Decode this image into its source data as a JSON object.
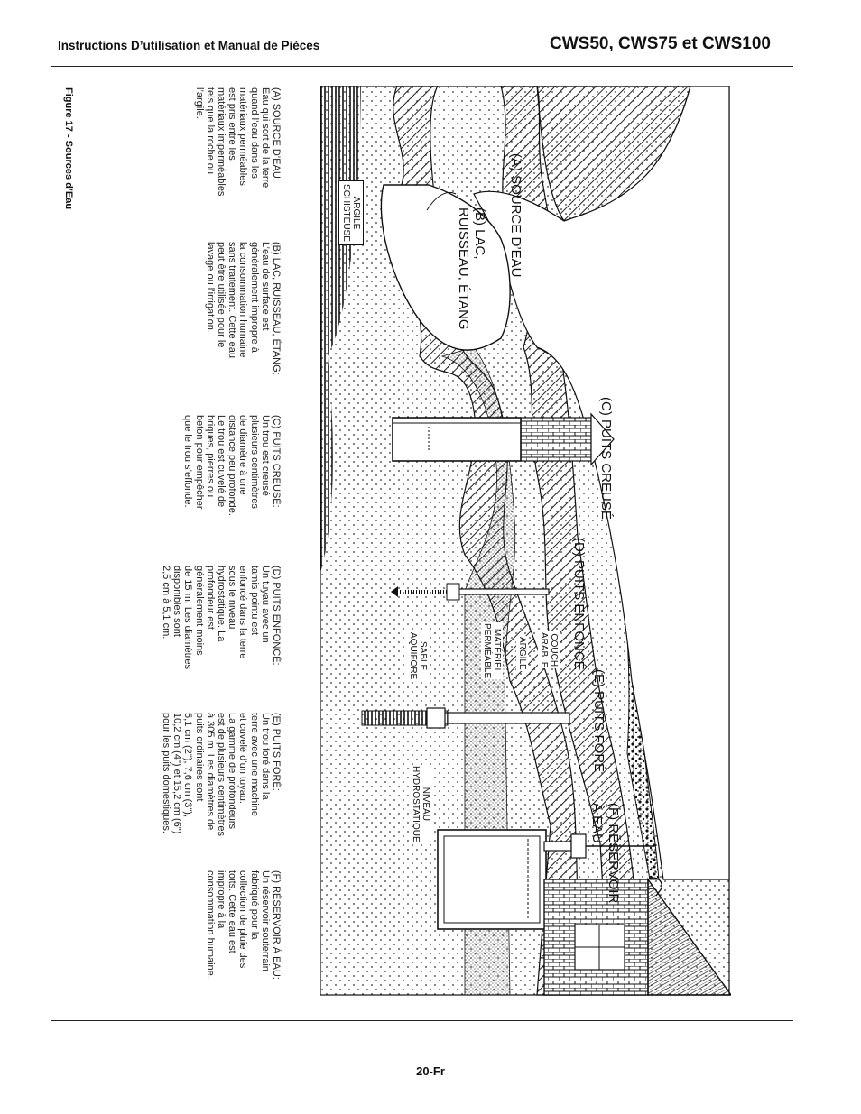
{
  "header": {
    "left": "Instructions D’utilisation et Manual de Pièces",
    "right": "CWS50, CWS75 et CWS100"
  },
  "figure_caption": "Figure 17 - Sources d’Eau",
  "descriptions": {
    "a": [
      "(A) SOURCE D’EAU:",
      "Eau qui sort de la terre",
      "quand l’eau dans les",
      "matériaux perméables",
      "est pris entre les",
      "matériaux imperméables",
      "tels que la roche ou",
      "l’argile."
    ],
    "b": [
      "(B) LAC, RUISSEAU, ÉTANG:",
      "L’eau de surface est",
      "généralement impropre à",
      "la consommation humaine",
      "sans traitement.  Cette eau",
      "peut être utilisée pour le",
      "lavage ou l’irrigation."
    ],
    "c": [
      "(C) PUITS CREUSÉ:",
      "Un trou est creusé",
      "plusieurs centimètres",
      "de diamètre à une",
      "distance peu profonde.",
      "Le trou est cuvelé de",
      "briques, pierres ou",
      "beton pour empêcher",
      "que le trou s’effonde."
    ],
    "d": [
      "(D) PUITS ENFONCÉ:",
      "Un tuyau avec un",
      "tamis pointu est",
      "enfoncé dans la terre",
      "sous le niveau",
      "hydrostatique.  La",
      "profondeur est",
      "généralement moins",
      "de 15 m.  Les diamètres",
      "disponibles sont",
      "2,5 cm à 5,1 cm."
    ],
    "e": [
      "(E) PUITS FORÉ:",
      "Un trou foré dans la",
      "terre avec une machine",
      "et cuvelé d’un tuyau.",
      "La gamme de profondeurs",
      "est de plusieurs centimètres",
      "à 305 m.  Les diamètres de",
      "puits ordinaires sont",
      "5,1 cm (2\"), 7,6 cm (3\"),",
      "10,2 cm (4\") et 15,2 cm (6\")",
      "pour les puits domestiques."
    ],
    "f": [
      "(F) RÉSERVOIR À EAU:",
      "Un réservoir souterrain",
      "fabriqué pour la",
      "collection de pluie des",
      "toits.  Cette eau est",
      "impropre à la",
      "consommation humaine."
    ]
  },
  "diagram_labels": {
    "a": "(A) SOURCE D’EAU",
    "b1": "(B) LAC,",
    "b2": "RUISSEAU, ÉTANG",
    "c": "(C) PUITS CREUSÉ",
    "d": "(D) PUITS ENFONCÉ",
    "e": "(E) PUITS FORÉ",
    "f1": "(F) RÉSERVOIR",
    "f2": "À EAU",
    "shale1": "ARGILE",
    "shale2": "SCHISTEUSE",
    "topsoil1": "COUCH",
    "topsoil2": "ARABLE",
    "clay": "ARGILE",
    "perm1": "MATÉRIEL",
    "perm2": "PERMÉABLE",
    "sand1": "SABLE",
    "sand2": "AQUIFORE",
    "wt1": "NIVEAU",
    "wt2": "HYDROSTATIQUE"
  },
  "page_number": "20-Fr"
}
